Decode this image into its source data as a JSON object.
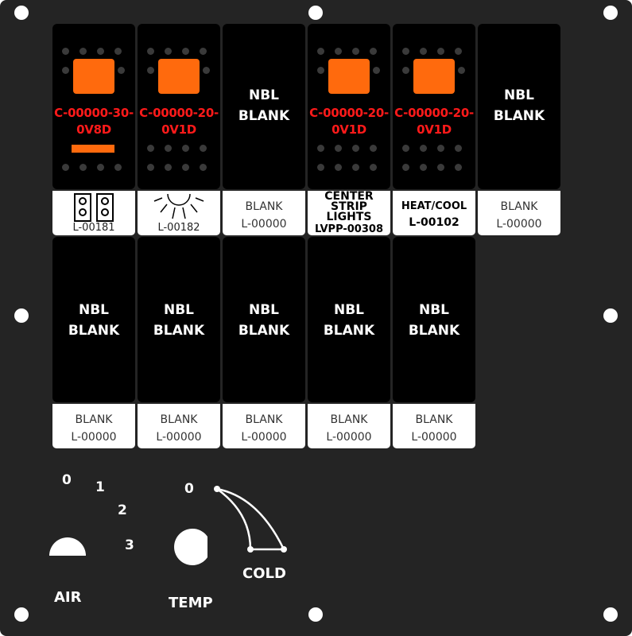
{
  "top_switches": [
    {
      "type": "rocker",
      "part": "C-00000-30-0V8D",
      "label_code": "L-00181",
      "label_icon": "twin-lamp-icon"
    },
    {
      "type": "rocker",
      "part": "C-00000-20-0V1D",
      "label_code": "L-00182",
      "label_icon": "sun-rays-icon"
    },
    {
      "type": "blank",
      "nbl_line1": "NBL",
      "nbl_line2": "BLANK",
      "label_text": "BLANK",
      "label_code": "L-00000"
    },
    {
      "type": "rocker",
      "part": "C-00000-20-0V1D",
      "label_lines": [
        "CENTER",
        "STRIP",
        "LIGHTS",
        "LVPP-00308"
      ]
    },
    {
      "type": "rocker",
      "part": "C-00000-20-0V1D",
      "label_text": "HEAT/COOL",
      "label_code": "L-00102"
    },
    {
      "type": "blank",
      "nbl_line1": "NBL",
      "nbl_line2": "BLANK",
      "label_text": "BLANK",
      "label_code": "L-00000"
    }
  ],
  "bottom_switches": [
    {
      "nbl_line1": "NBL",
      "nbl_line2": "BLANK",
      "label_text": "BLANK",
      "label_code": "L-00000"
    },
    {
      "nbl_line1": "NBL",
      "nbl_line2": "BLANK",
      "label_text": "BLANK",
      "label_code": "L-00000"
    },
    {
      "nbl_line1": "NBL",
      "nbl_line2": "BLANK",
      "label_text": "BLANK",
      "label_code": "L-00000"
    },
    {
      "nbl_line1": "NBL",
      "nbl_line2": "BLANK",
      "label_text": "BLANK",
      "label_code": "L-00000"
    },
    {
      "nbl_line1": "NBL",
      "nbl_line2": "BLANK",
      "label_text": "BLANK",
      "label_code": "L-00000"
    }
  ],
  "air_knob": {
    "label": "AIR",
    "positions": [
      "0",
      "1",
      "2",
      "3"
    ]
  },
  "temp_knob": {
    "label": "TEMP",
    "position_zero": "0",
    "cold_label": "COLD"
  },
  "colors": {
    "panel": "#242424",
    "rocker": "#ff6a0d",
    "part_text": "#ff1a1a",
    "label_bg": "#ffffff"
  }
}
